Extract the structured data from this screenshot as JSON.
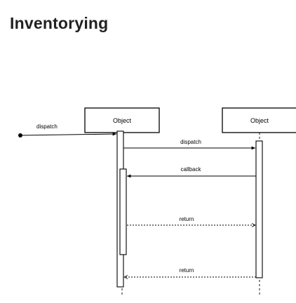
{
  "page": {
    "title": "Inventorying"
  },
  "diagram": {
    "participants": [
      {
        "label": "Object"
      },
      {
        "label": "Object"
      }
    ],
    "messages": [
      {
        "label": "dispatch",
        "kind": "found"
      },
      {
        "label": "dispatch",
        "kind": "sync"
      },
      {
        "label": "callback",
        "kind": "sync"
      },
      {
        "label": "return",
        "kind": "return"
      },
      {
        "label": "return",
        "kind": "return"
      }
    ]
  }
}
